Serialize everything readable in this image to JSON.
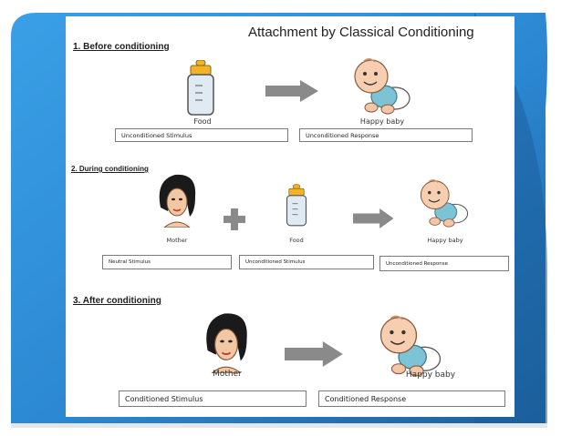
{
  "title": "Attachment by Classical Conditioning",
  "sections": [
    {
      "heading": "1. Before conditioning",
      "captions": [
        "Food",
        "Happy baby"
      ],
      "boxes": [
        "Unconditioned Stimulus",
        "Unconditioned Response"
      ]
    },
    {
      "heading": "2. During conditioning",
      "captions": [
        "Mother",
        "Food",
        "Happy baby"
      ],
      "boxes": [
        "Neutral Stimulus",
        "Unconditioned Stimulus",
        "Unconditioned Response"
      ]
    },
    {
      "heading": "3. After conditioning",
      "captions": [
        "Mother",
        "Happy baby"
      ],
      "boxes": [
        "Conditioned Stimulus",
        "Conditioned Response"
      ]
    }
  ],
  "icons": [
    "bottle-icon",
    "baby-icon",
    "mother-icon",
    "plus-icon",
    "arrow-icon"
  ],
  "colors": {
    "backdrop_blue": "#2b87d1",
    "backdrop_dark": "#1c5f9c",
    "arrow_gray": "#8a8a8a",
    "bottle_nipple": "#f2b328",
    "baby_shirt": "#7cc3d6",
    "hair": "#1a1a1a"
  }
}
